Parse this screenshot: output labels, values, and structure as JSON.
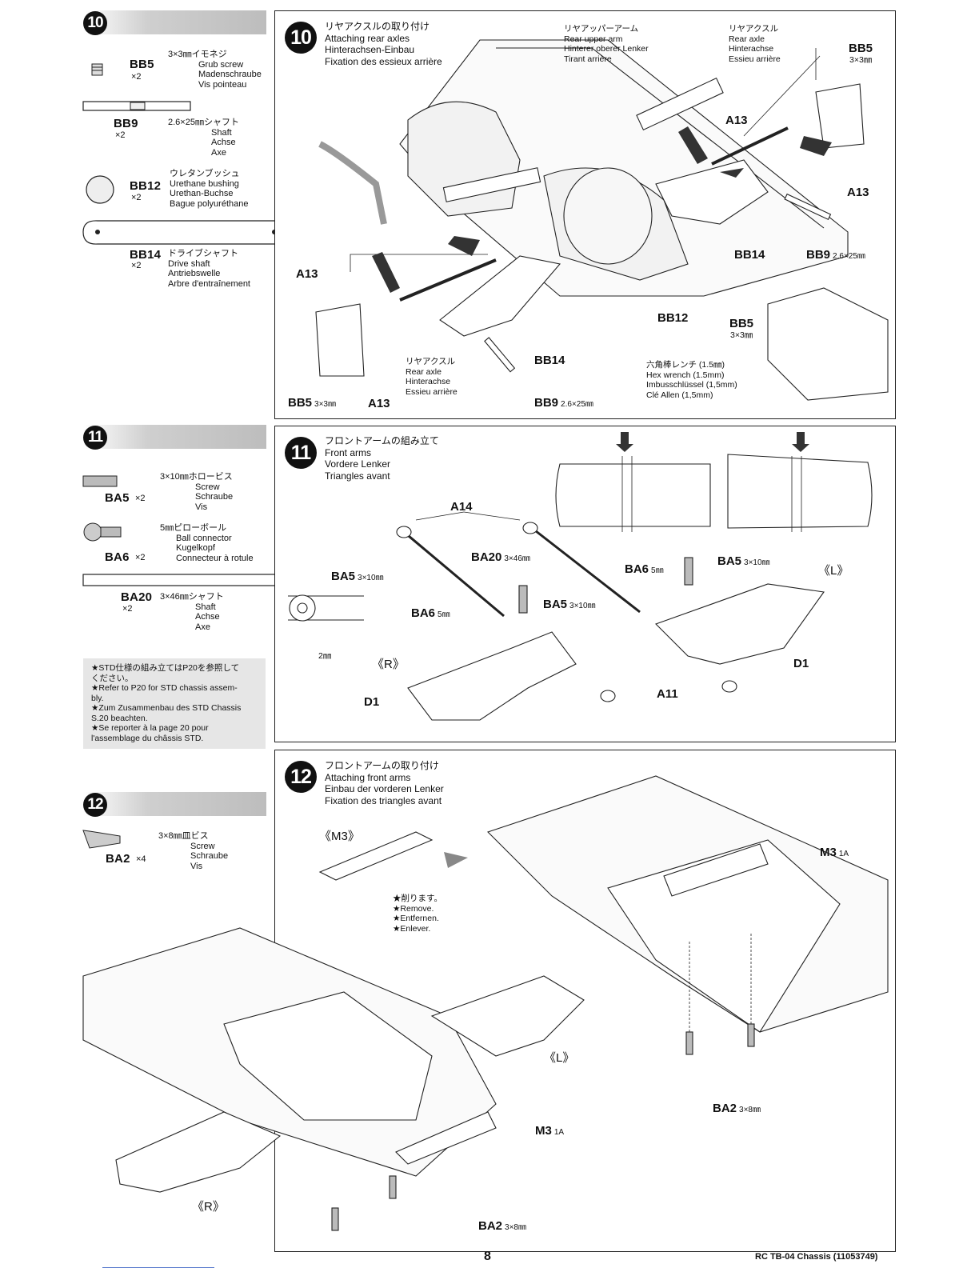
{
  "step10": {
    "number": "10",
    "parts": [
      {
        "code": "BB5",
        "qty": "×2",
        "desc": [
          "3×3㎜イモネジ",
          "Grub screw",
          "Madenschraube",
          "Vis pointeau"
        ]
      },
      {
        "code": "BB9",
        "qty": "×2",
        "desc": [
          "2.6×25㎜シャフト",
          "Shaft",
          "Achse",
          "Axe"
        ]
      },
      {
        "code": "BB12",
        "qty": "×2",
        "desc": [
          "ウレタンブッシュ",
          "Urethane bushing",
          "Urethan-Buchse",
          "Bague polyuréthane"
        ]
      },
      {
        "code": "BB14",
        "qty": "×2",
        "desc": [
          "ドライブシャフト",
          "Drive shaft",
          "Antriebswelle",
          "Arbre d'entraînement"
        ]
      }
    ],
    "title": [
      "リヤアクスルの取り付け",
      "Attaching rear axles",
      "Hinterachsen-Einbau",
      "Fixation des essieux arrière"
    ],
    "upper_arm": [
      "リヤアッパーアーム",
      "Rear upper arm",
      "Hinterer oberer Lenker",
      "Tirant arrière"
    ],
    "rear_axle_tr": [
      "リヤアクスル",
      "Rear axle",
      "Hinterachse",
      "Essieu arrière"
    ],
    "rear_axle_bl": [
      "リヤアクスル",
      "Rear axle",
      "Hinterachse",
      "Essieu arrière"
    ],
    "hex_wrench": [
      "六角棒レンチ (1.5㎜)",
      "Hex wrench (1.5mm)",
      "Imbusschlüssel (1,5mm)",
      "Clé Allen (1,5mm)"
    ],
    "labels": {
      "bb5": "BB5",
      "bb5_size": "3×3㎜",
      "a13": "A13",
      "bb14": "BB14",
      "bb9": "BB9",
      "bb9_size": "2.6×25㎜",
      "bb12": "BB12",
      "bb5_size_inline": "3×3㎜"
    }
  },
  "step11": {
    "number": "11",
    "parts": [
      {
        "code": "BA5",
        "qty": "×2",
        "desc": [
          "3×10㎜ホロービス",
          "Screw",
          "Schraube",
          "Vis"
        ]
      },
      {
        "code": "BA6",
        "qty": "×2",
        "desc": [
          "5㎜ピローボール",
          "Ball connector",
          "Kugelkopf",
          "Connecteur à rotule"
        ]
      },
      {
        "code": "BA20",
        "qty": "×2",
        "desc": [
          "3×46㎜シャフト",
          "Shaft",
          "Achse",
          "Axe"
        ]
      }
    ],
    "note": [
      "★STD仕様の組み立てはP20を参照して",
      "ください。",
      "★Refer to P20 for STD chassis assem-",
      "bly.",
      "★Zum Zusammenbau des STD Chassis",
      "S.20 beachten.",
      "★Se reporter à la page 20 pour",
      "l'assemblage du châssis STD."
    ],
    "title": [
      "フロントアームの組み立て",
      "Front arms",
      "Vordere Lenker",
      "Triangles avant"
    ],
    "labels": {
      "a14": "A14",
      "ba20": "BA20",
      "ba20_size": "3×46㎜",
      "ba5": "BA5",
      "ba5_size": "3×10㎜",
      "ba6": "BA6",
      "ba6_size": "5㎜",
      "left": "《L》",
      "right": "《R》",
      "d1": "D1",
      "a11": "A11",
      "two_mm": "2㎜"
    }
  },
  "step12": {
    "number": "12",
    "parts": [
      {
        "code": "BA2",
        "qty": "×4",
        "desc": [
          "3×8㎜皿ビス",
          "Screw",
          "Schraube",
          "Vis"
        ]
      }
    ],
    "title": [
      "フロントアームの取り付け",
      "Attaching front arms",
      "Einbau der vorderen Lenker",
      "Fixation des triangles avant"
    ],
    "remove": [
      "★削ります。",
      "★Remove.",
      "★Entfernen.",
      "★Enlever."
    ],
    "labels": {
      "m3": "《M3》",
      "m3_1a": "M3",
      "one_a": "1A",
      "ba2": "BA2",
      "ba2_size": "3×8㎜",
      "left": "《L》",
      "right": "《R》"
    }
  },
  "footer": {
    "page": "8",
    "ref": "RC TB-04 Chassis (11053749)"
  }
}
